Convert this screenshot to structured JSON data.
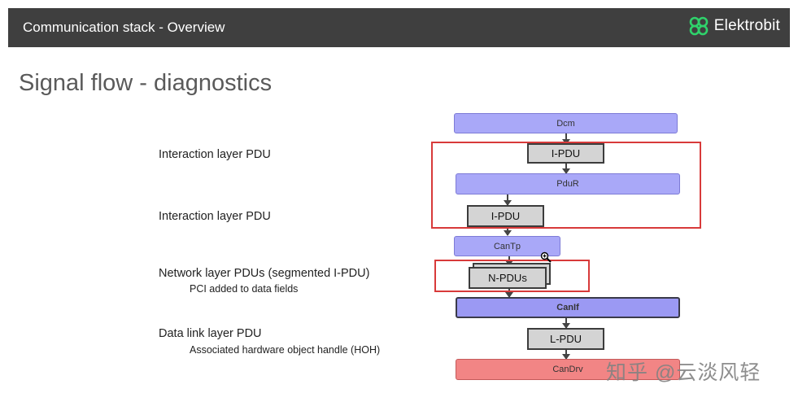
{
  "header": {
    "title": "Communication stack - Overview",
    "brand": "Elektrobit",
    "brand_logo": "eb-logo-icon"
  },
  "slide": {
    "title": "Signal flow - diagnostics"
  },
  "labels": {
    "interaction_1": "Interaction layer PDU",
    "interaction_2": "Interaction layer PDU",
    "network": "Network layer PDUs (segmented I-PDU)",
    "network_sub": "PCI added to data fields",
    "datalink": "Data link layer PDU",
    "datalink_sub": "Associated hardware object handle (HOH)"
  },
  "diagram": {
    "dcm": "Dcm",
    "ipdu_1": "I-PDU",
    "pdur": "PduR",
    "ipdu_2": "I-PDU",
    "cantp": "CanTp",
    "npdus": "N-PDUs",
    "canif": "CanIf",
    "lpdu": "L-PDU",
    "candrv": "CanDrv",
    "colors": {
      "module": "#a9a8f8",
      "candrv": "#f28585",
      "highlight": "#d83a3a",
      "pdu": "#d4d4d4"
    }
  },
  "watermark": "知乎 @云淡风轻"
}
